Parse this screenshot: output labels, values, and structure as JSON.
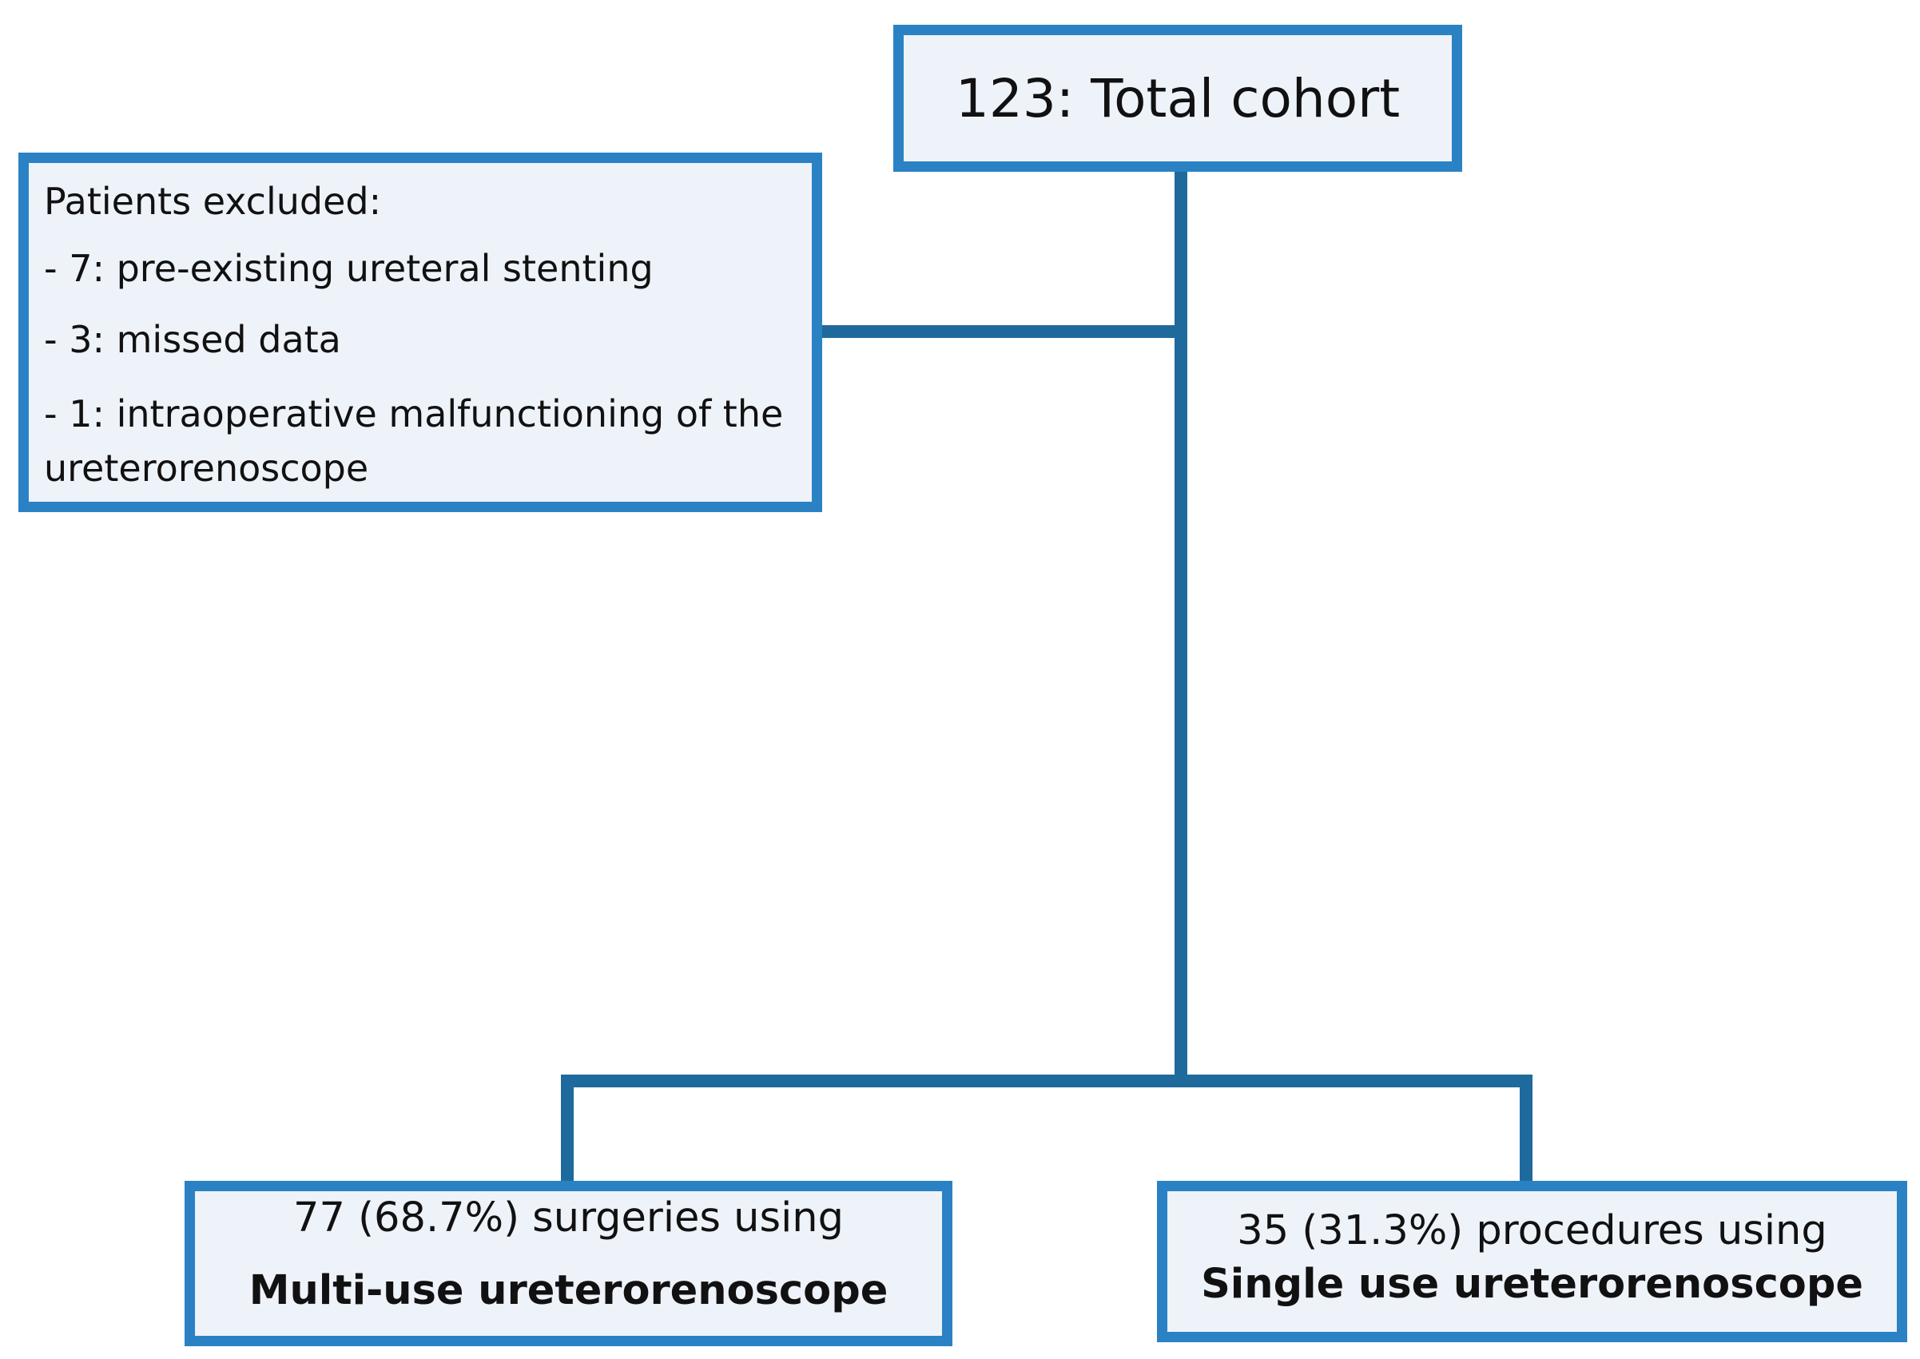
{
  "total": {
    "label": "123: Total cohort"
  },
  "excluded": {
    "heading": "Patients excluded:",
    "items": [
      "- 7: pre-existing ureteral stenting",
      "- 3: missed data",
      "- 1: intraoperative malfunctioning of the ureterorenoscope"
    ]
  },
  "groups": {
    "multi_use": {
      "count_text": "77 (68.7%) surgeries  using",
      "scope_text": "Multi-use  ureterorenoscope"
    },
    "single_use": {
      "count_text": "35 (31.3%) procedures  using",
      "scope_text": "Single use ureterorenoscope"
    }
  },
  "colors": {
    "box_border": "#2a82c4",
    "box_fill": "#eef2f9",
    "connector": "#1f6a9c"
  }
}
